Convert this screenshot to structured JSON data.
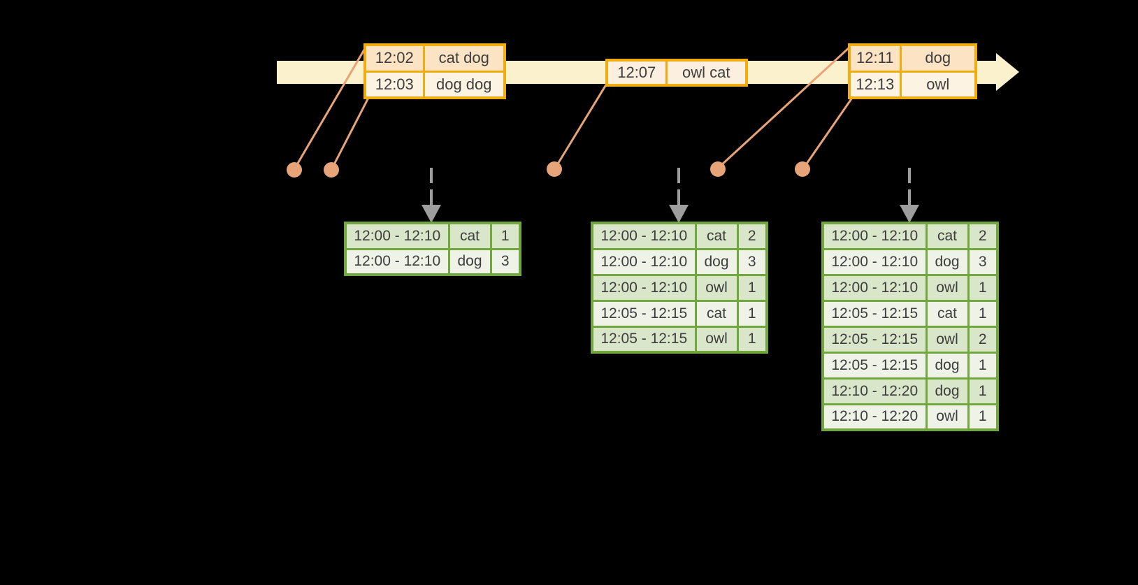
{
  "palette": {
    "background": "#000000",
    "timeline_band": "#fcf1cd",
    "event_table_border": "#f1ac12",
    "event_row_peach": "#fbe3c4",
    "event_row_cream": "#fdf3e2",
    "connector_orange": "#e7a478",
    "result_table_border": "#70a83d",
    "result_row_green": "#d9e6ca",
    "result_row_light": "#eef2e7",
    "dashed_arrow_gray": "#9e9e9e",
    "text": "#3d3d3d"
  },
  "event_tables": [
    {
      "rows": [
        {
          "time": "12:02",
          "words": "cat dog"
        },
        {
          "time": "12:03",
          "words": "dog dog"
        }
      ]
    },
    {
      "rows": [
        {
          "time": "12:07",
          "words": "owl cat"
        }
      ]
    },
    {
      "rows": [
        {
          "time": "12:11",
          "words": "dog"
        },
        {
          "time": "12:13",
          "words": "owl"
        }
      ]
    }
  ],
  "result_tables": [
    {
      "rows": [
        {
          "window": "12:00 - 12:10",
          "word": "cat",
          "count": "1"
        },
        {
          "window": "12:00 - 12:10",
          "word": "dog",
          "count": "3"
        }
      ]
    },
    {
      "rows": [
        {
          "window": "12:00 - 12:10",
          "word": "cat",
          "count": "2"
        },
        {
          "window": "12:00 - 12:10",
          "word": "dog",
          "count": "3"
        },
        {
          "window": "12:00 - 12:10",
          "word": "owl",
          "count": "1"
        },
        {
          "window": "12:05 - 12:15",
          "word": "cat",
          "count": "1"
        },
        {
          "window": "12:05 - 12:15",
          "word": "owl",
          "count": "1"
        }
      ]
    },
    {
      "rows": [
        {
          "window": "12:00 - 12:10",
          "word": "cat",
          "count": "2"
        },
        {
          "window": "12:00 - 12:10",
          "word": "dog",
          "count": "3"
        },
        {
          "window": "12:00 - 12:10",
          "word": "owl",
          "count": "1"
        },
        {
          "window": "12:05 - 12:15",
          "word": "cat",
          "count": "1"
        },
        {
          "window": "12:05 - 12:15",
          "word": "owl",
          "count": "2"
        },
        {
          "window": "12:05 - 12:15",
          "word": "dog",
          "count": "1"
        },
        {
          "window": "12:10 - 12:20",
          "word": "dog",
          "count": "1"
        },
        {
          "window": "12:10 - 12:20",
          "word": "owl",
          "count": "1"
        }
      ]
    }
  ]
}
